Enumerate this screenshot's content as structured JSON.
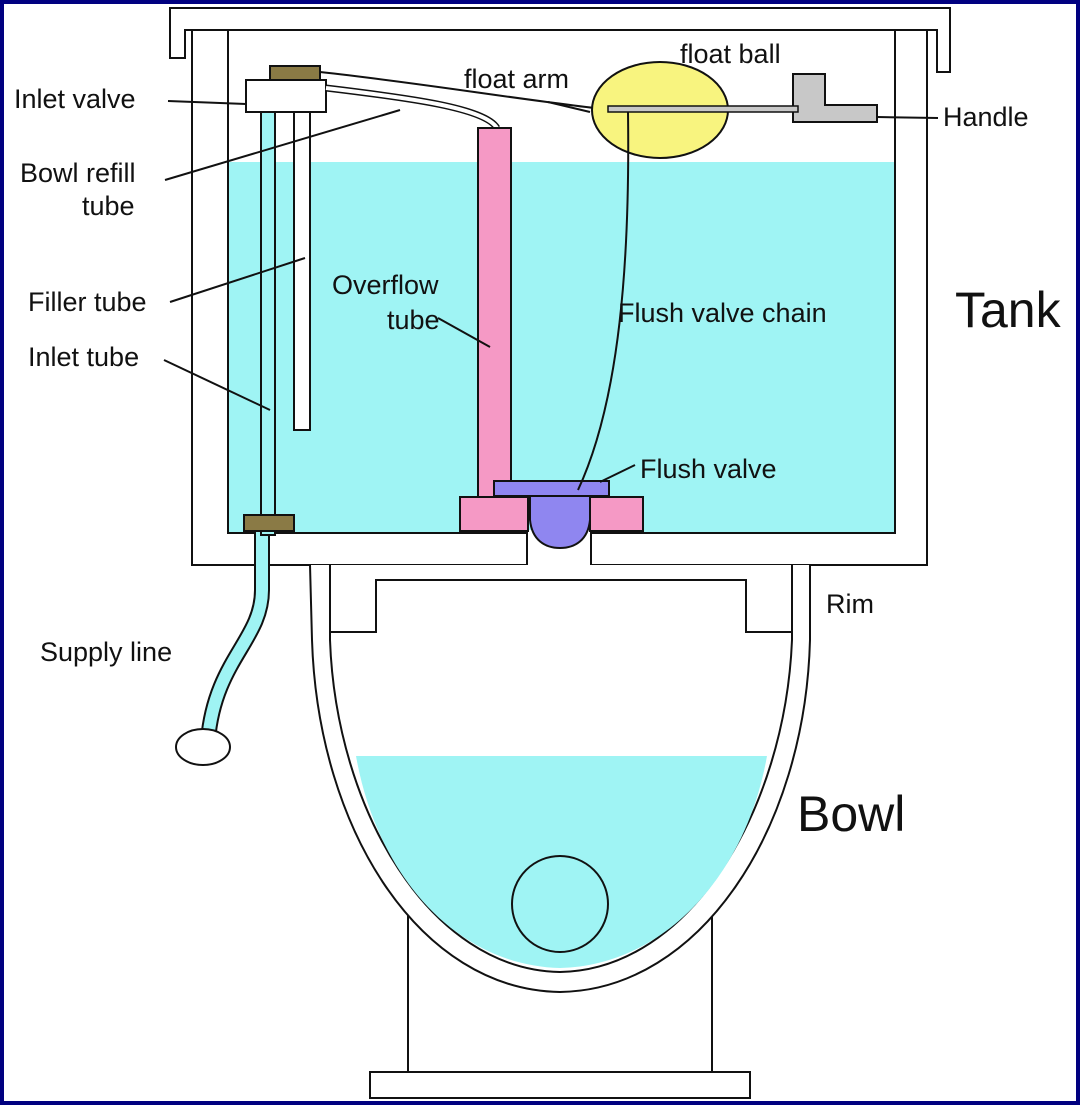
{
  "diagram": {
    "labels": {
      "inlet_valve": "Inlet valve",
      "bowl_refill_line1": "Bowl refill",
      "bowl_refill_line2": "tube",
      "filler_tube": "Filler tube",
      "inlet_tube": "Inlet tube",
      "supply_line": "Supply line",
      "float_arm": "float arm",
      "float_ball": "float ball",
      "handle": "Handle",
      "overflow_line1": "Overflow",
      "overflow_line2": "tube",
      "flush_valve_chain": "Flush valve chain",
      "flush_valve": "Flush valve",
      "tank": "Tank",
      "rim": "Rim",
      "bowl": "Bowl"
    },
    "colors": {
      "water": "#9ff4f4",
      "overflow_tube": "#f599c5",
      "float_ball": "#f8f47f",
      "flush_valve": "#8f86f0",
      "fitting": "#8a7a45",
      "handle": "#c8c8c8",
      "frame": "#000080"
    }
  }
}
